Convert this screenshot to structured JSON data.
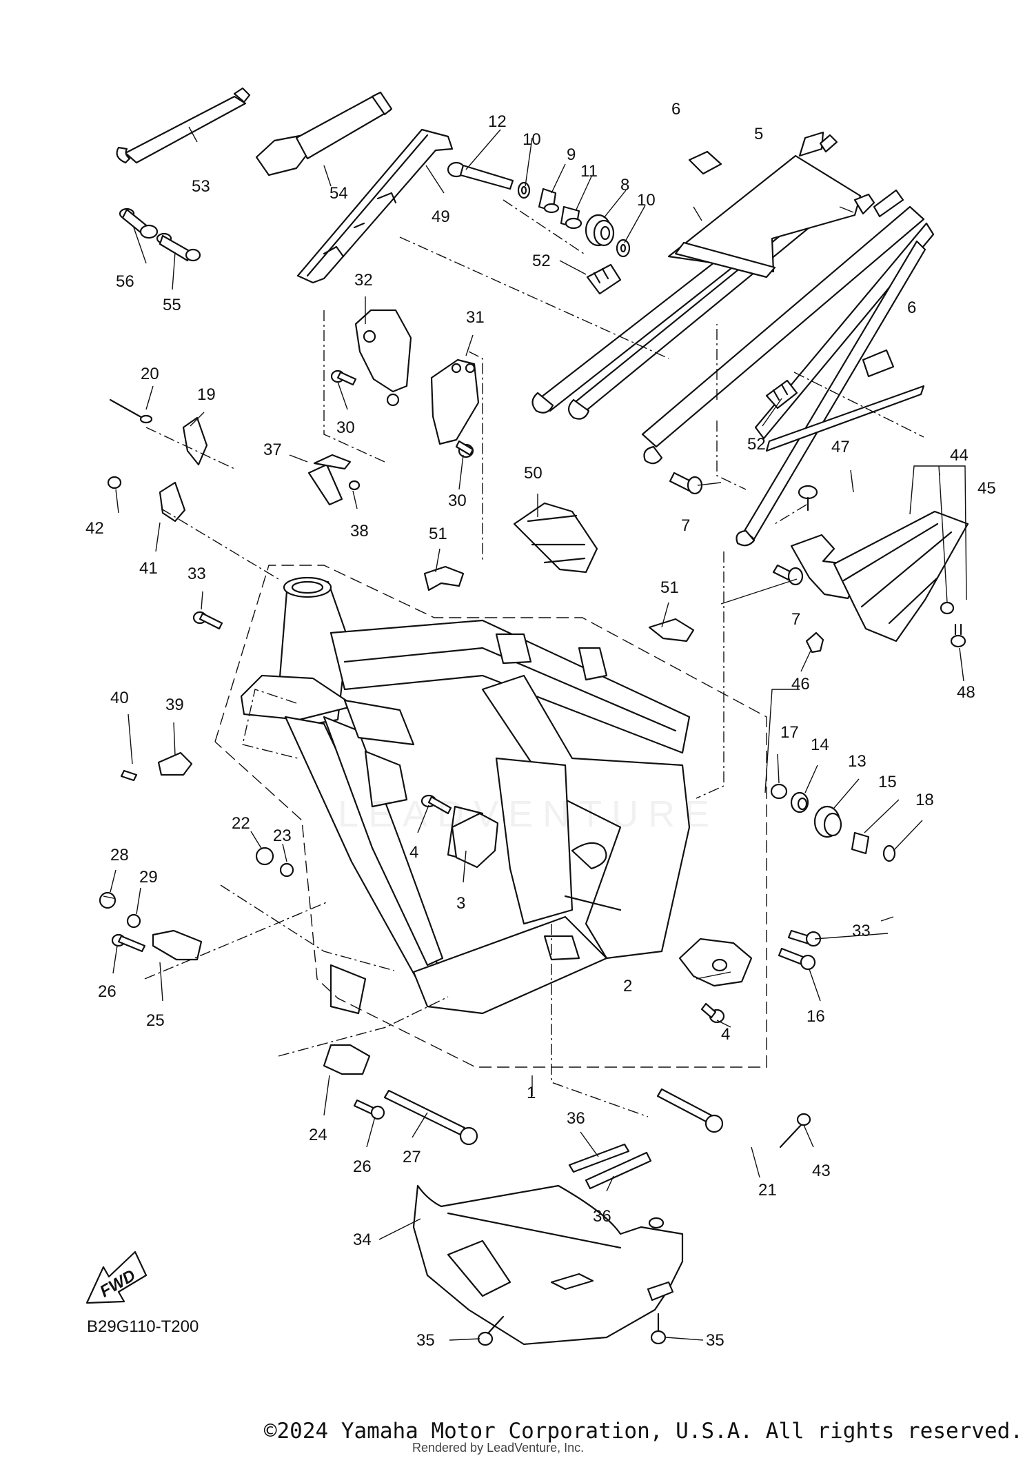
{
  "diagram": {
    "labels": [
      "1",
      "2",
      "3",
      "4",
      "5",
      "6",
      "7",
      "8",
      "9",
      "10",
      "11",
      "12",
      "13",
      "14",
      "15",
      "16",
      "17",
      "18",
      "19",
      "20",
      "21",
      "22",
      "23",
      "24",
      "25",
      "26",
      "27",
      "28",
      "29",
      "30",
      "31",
      "32",
      "33",
      "34",
      "35",
      "36",
      "37",
      "38",
      "39",
      "40",
      "41",
      "42",
      "43",
      "44",
      "45",
      "46",
      "47",
      "48",
      "49",
      "50",
      "51",
      "52",
      "53",
      "54",
      "55",
      "56"
    ],
    "fwd_label": "FWD",
    "diagram_code": "B29G110-T200",
    "watermark": "LEADVENTURE",
    "copyright": "©2024 Yamaha Motor Corporation, U.S.A. All rights reserved.",
    "rendered_by": "Rendered by LeadVenture, Inc."
  }
}
